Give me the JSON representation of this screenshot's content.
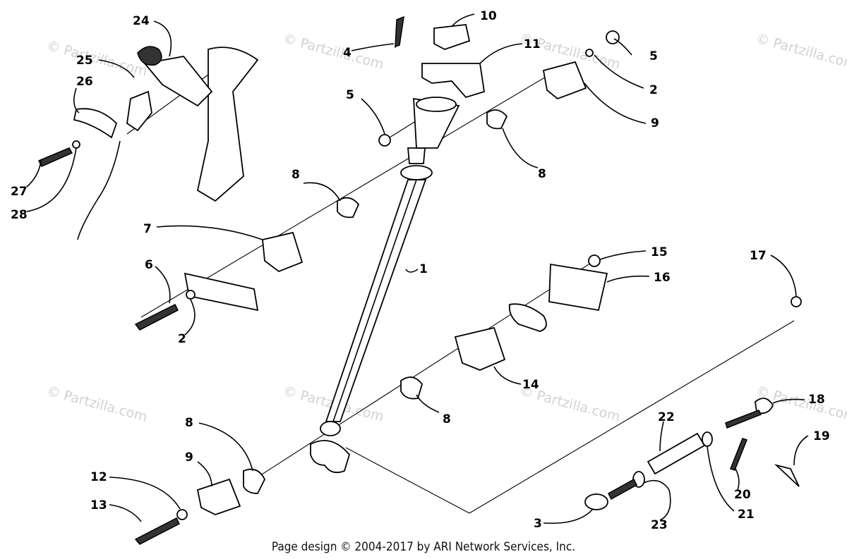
{
  "watermarks": [
    "© Partzilla.com",
    "© Partzilla.com",
    "© Partzilla.com",
    "© Partzilla.com",
    "© Partzilla.com",
    "© Partzilla.com",
    "© Partzilla.com",
    "© Partzilla.com"
  ],
  "labels": [
    "1",
    "2",
    "2",
    "3",
    "4",
    "5",
    "5",
    "6",
    "7",
    "8",
    "8",
    "8",
    "8",
    "9",
    "9",
    "10",
    "11",
    "12",
    "13",
    "14",
    "15",
    "16",
    "17",
    "18",
    "19",
    "20",
    "21",
    "22",
    "23",
    "24",
    "25",
    "26",
    "27",
    "28"
  ],
  "footer": "Page design © 2004-2017 by ARI Network Services, Inc."
}
